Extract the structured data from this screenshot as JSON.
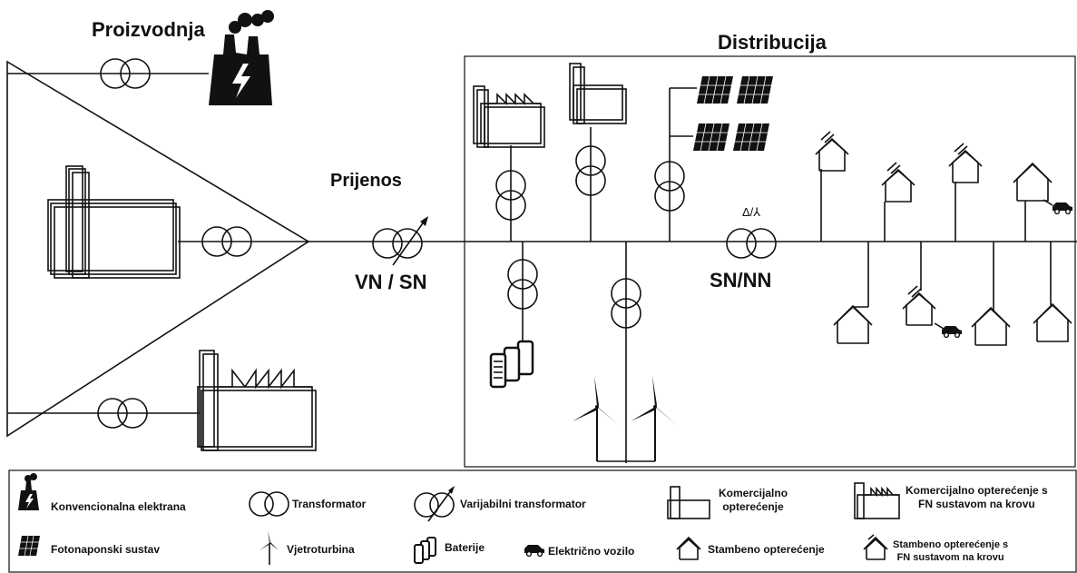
{
  "labels": {
    "production": "Proizvodnja",
    "transmission": "Prijenos",
    "distribution": "Distribucija",
    "hv_mv": "VN / SN",
    "mv_lv": "SN/NN",
    "delta_star": "Δ/⅄"
  },
  "legend": {
    "conventional_plant": "Konvencionalna elektrana",
    "transformer": "Transformator",
    "variable_transformer": "Varijabilni transformator",
    "commercial_load_1": "Komercijalno",
    "commercial_load_2": "opterećenje",
    "commercial_pv_load_1": "Komercijalno opterećenje s",
    "commercial_pv_load_2": "FN sustavom na krovu",
    "pv_system": "Fotonaponski sustav",
    "wind_turbine": "Vjetroturbina",
    "batteries": "Baterije",
    "electric_vehicle": "Električno vozilo",
    "residential_load": "Stambeno opterećenje",
    "residential_pv_load_1": "Stambeno opterećenje s",
    "residential_pv_load_2": "FN sustavom na krovu"
  }
}
